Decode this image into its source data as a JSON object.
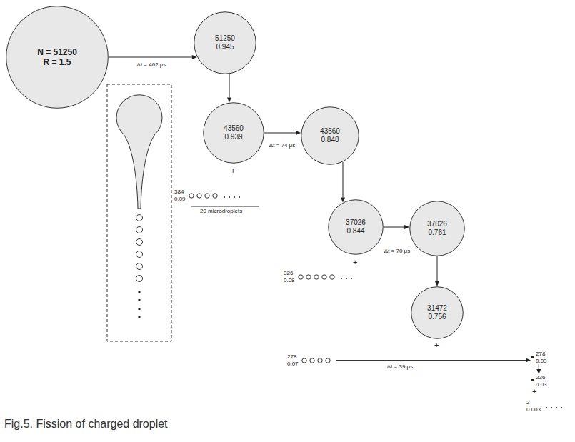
{
  "diagram": {
    "caption": "Fig.5. Fission of charged droplet",
    "nodes": [
      {
        "text": [
          "N = 51250",
          "R = 1.5"
        ]
      },
      {
        "text": [
          "51250",
          "0.945"
        ]
      },
      {
        "text": [
          "43560",
          "0.939"
        ]
      },
      {
        "text": [
          "43560",
          "0.848"
        ]
      },
      {
        "text": [
          "384",
          "0.09"
        ]
      },
      {
        "text": [
          "37026",
          "0.844"
        ]
      },
      {
        "text": [
          "37026",
          "0.761"
        ]
      },
      {
        "text": [
          "326",
          "0.08"
        ]
      },
      {
        "text": [
          "31472",
          "0.756"
        ]
      },
      {
        "text": [
          "278",
          "0.07"
        ]
      },
      {
        "text": [
          "278",
          "0.03"
        ]
      },
      {
        "text": [
          "236",
          "0.03"
        ]
      },
      {
        "text": [
          "2",
          "0.003"
        ]
      }
    ],
    "edges": [
      {
        "from": 0,
        "to": 1,
        "arrow": "to",
        "label": "Δt = 462 μs"
      },
      {
        "from": 1,
        "to": 2,
        "arrow": "to"
      },
      {
        "from": 2,
        "to": 3,
        "arrow": "to",
        "label": "Δt = 74 μs"
      },
      {
        "from": 3,
        "to": 5,
        "arrow": "to"
      },
      {
        "from": 5,
        "to": 6,
        "arrow": "to",
        "label": "Δt = 70 μs"
      },
      {
        "from": 6,
        "to": 8,
        "arrow": "to"
      },
      {
        "from": 9,
        "to": 10,
        "arrow": "to",
        "label": "Δt = 39 μs"
      },
      {
        "from": 10,
        "to": 11,
        "arrow": "to"
      }
    ],
    "labels": [
      "+",
      "20 microdroplets",
      "+",
      "+",
      "+"
    ]
  }
}
